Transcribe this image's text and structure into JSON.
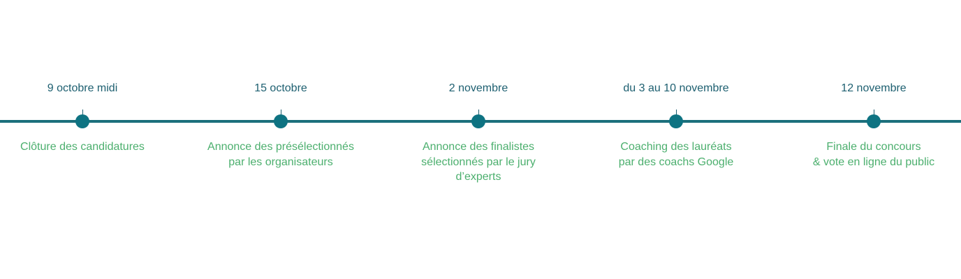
{
  "milestones": [
    {
      "date": "9 octobre midi",
      "lines": [
        "Clôture des candidatures"
      ]
    },
    {
      "date": "15 octobre",
      "lines": [
        "Annonce des présélectionnés",
        "par les organisateurs"
      ]
    },
    {
      "date": "2 novembre",
      "lines": [
        "Annonce des finalistes",
        "sélectionnés par le jury",
        "d’experts"
      ]
    },
    {
      "date": "du 3 au 10 novembre",
      "lines": [
        "Coaching des lauréats",
        "par des coachs Google"
      ]
    },
    {
      "date": "12 novembre",
      "lines": [
        "Finale du concours",
        "& vote en ligne du public"
      ]
    }
  ],
  "colors": {
    "line": "#1b6f7c",
    "dot": "#0e7382",
    "date_text": "#1d5f70",
    "description_text": "#4caf6e"
  }
}
